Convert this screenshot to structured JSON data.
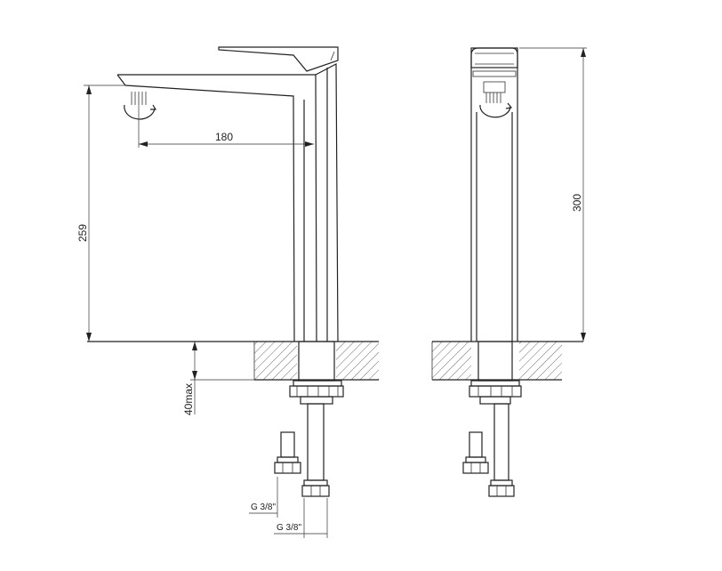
{
  "dimensions": {
    "spout_reach": "180",
    "spout_height": "259",
    "total_height": "300",
    "deck_thickness": "40max",
    "hose_thread_1": "G 3/8\"",
    "hose_thread_2": "G 3/8\""
  },
  "colors": {
    "line": "#222222",
    "hatch": "#444444"
  }
}
